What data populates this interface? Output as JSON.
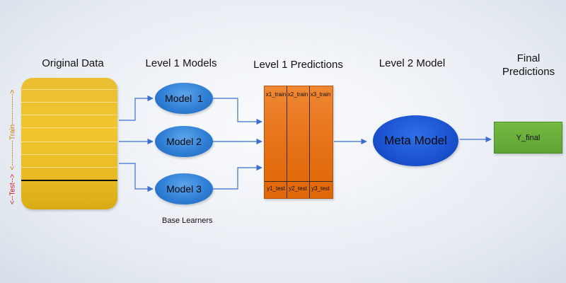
{
  "headings": {
    "original_data": "Original Data",
    "level1_models": "Level 1 Models",
    "level1_predictions": "Level 1 Predictions",
    "level2_model": "Level 2 Model",
    "final_predictions_line1": "Final",
    "final_predictions_line2": "Predictions"
  },
  "side_labels": {
    "train": "<-----------Train------------->",
    "test": "<--Test-->"
  },
  "models": {
    "model1": "Model  1",
    "model2": "Model 2",
    "model3": "Model 3"
  },
  "predictions": {
    "train": [
      "x1_train",
      "x2_train",
      "x3_train"
    ],
    "test": [
      "y1_test",
      "y2_test",
      "y3_test"
    ]
  },
  "meta_model": "Meta Model",
  "final_output": "Y_final",
  "caption": "Base Learners",
  "colors": {
    "arrow": "#3b6fd0",
    "train_label": "#c87a00",
    "test_label": "#d21a1a"
  }
}
